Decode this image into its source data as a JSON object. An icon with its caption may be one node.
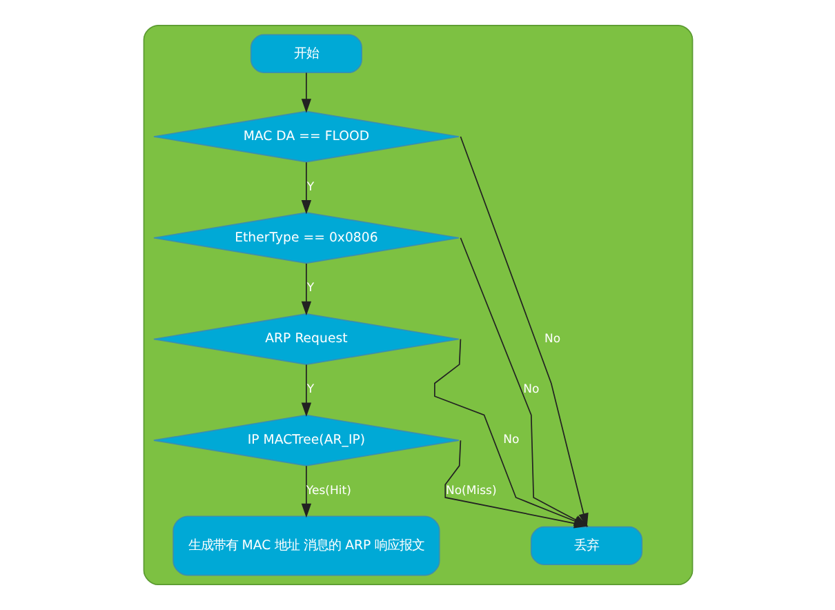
{
  "diagram": {
    "nodes": [
      {
        "text": [],
        "shape": "box"
      },
      {
        "text": [
          "开始"
        ],
        "in": 0
      },
      {
        "text": [
          "MAC DA == FLOOD"
        ],
        "in": 0
      },
      {
        "text": [
          "EtherType == 0x0806"
        ],
        "in": 0
      },
      {
        "text": [
          "ARP Request"
        ],
        "in": 0
      },
      {
        "text": [
          "IP MACTree(AR_IP)"
        ],
        "in": 0
      },
      {
        "text": [
          "生成带有 MAC 地址 消息的 ARP 响应报文"
        ],
        "in": 0
      },
      {
        "text": [
          "丢弃"
        ],
        "in": 0
      }
    ],
    "edges": [
      {
        "from": 1,
        "to": 2,
        "arrow": "to"
      },
      {
        "from": 2,
        "to": 3,
        "arrow": "to",
        "label": "Y"
      },
      {
        "from": 3,
        "to": 4,
        "arrow": "to",
        "label": "Y"
      },
      {
        "from": 4,
        "to": 5,
        "arrow": "to",
        "label": "Y"
      },
      {
        "from": 5,
        "to": 6,
        "arrow": "to",
        "label": "Yes(Hit)"
      },
      {
        "from": 2,
        "to": 7,
        "arrow": "to",
        "label": "No"
      },
      {
        "from": 3,
        "to": 7,
        "arrow": "to",
        "label": "No"
      },
      {
        "from": 4,
        "to": 7,
        "arrow": "to",
        "label": "No"
      },
      {
        "from": 5,
        "to": 7,
        "arrow": "to",
        "label": "No(Miss)"
      }
    ]
  }
}
